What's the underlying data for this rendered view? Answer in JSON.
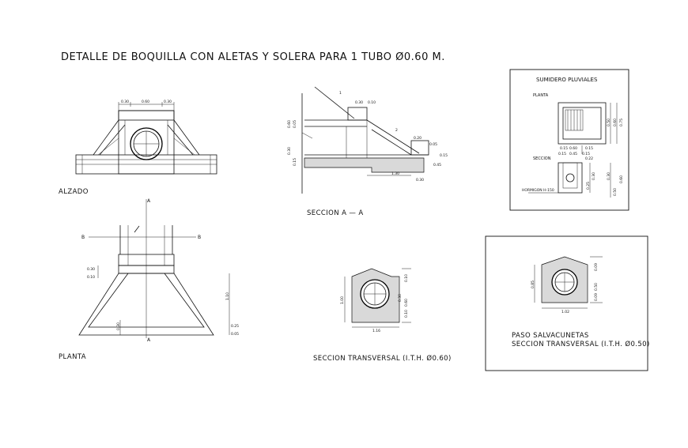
{
  "title": "DETALLE DE BOQUILLA CON ALETAS Y SOLERA PARA 1 TUBO Ø0.60 M.",
  "views": {
    "alzado": {
      "label": "ALZADO",
      "dims": [
        "0.30",
        "0.60",
        "0.30"
      ]
    },
    "planta": {
      "label": "PLANTA",
      "markers": [
        "A",
        "A",
        "B",
        "B"
      ],
      "dims": [
        "0.30",
        "0.10",
        "1.10",
        "0.30",
        "0.25",
        "0.05"
      ]
    },
    "seccion_aa": {
      "label": "SECCION A — A",
      "dims": [
        "0.30",
        "0.10",
        "0.60",
        "0.05",
        "0.30",
        "0.15",
        "0.20",
        "0.05",
        "0.15",
        "0.45",
        "1.30",
        "0.30"
      ],
      "slope_marks": [
        "1",
        "2"
      ]
    },
    "seccion_transversal": {
      "label": "SECCION TRANSVERSAL (I.T.H. Ø0.60)",
      "dims": [
        "1.00",
        "0.10",
        "0.60",
        "0.10",
        "0.30",
        "1.16"
      ]
    },
    "sumidero": {
      "title": "SUMIDERO PLUVIALES",
      "planta_label": "PLANTA",
      "seccion_label": "SECCION",
      "note": "HORMIGON H-150",
      "dims": [
        "0.15",
        "0.60",
        "0.15",
        "0.15",
        "0.45",
        "0.15",
        "0.50",
        "0.60",
        "0.75",
        "0.22",
        "0.25",
        "0.30",
        "0.30",
        "0.50",
        "0.60"
      ]
    },
    "paso": {
      "label_line1": "PASO SALVACUNETAS",
      "label_line2": "SECCION TRANSVERSAL (I.T.H. Ø0.50)",
      "dims": [
        "0.85",
        "0.09",
        "0.50",
        "0.09",
        "1.02"
      ]
    }
  }
}
